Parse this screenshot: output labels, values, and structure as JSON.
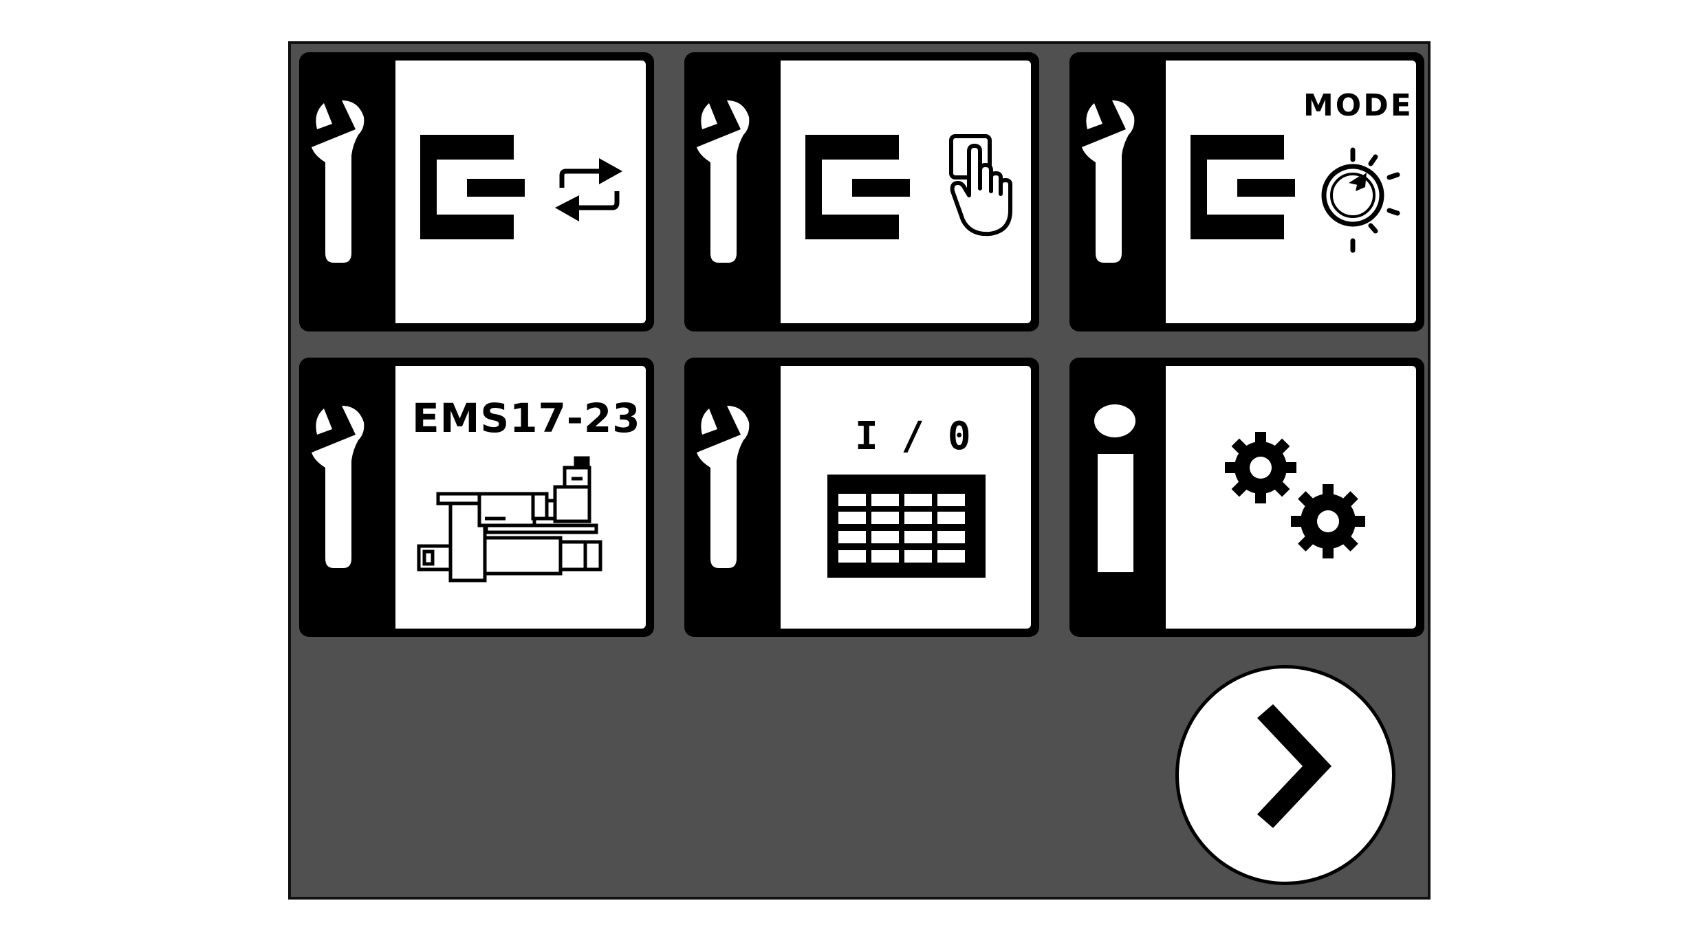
{
  "tiles": [
    {
      "id": "service-transfer",
      "strip_icon": "wrench-icon",
      "face_icon": "transfer-arrows-icon",
      "label": ""
    },
    {
      "id": "service-touch",
      "strip_icon": "wrench-icon",
      "face_icon": "touch-hand-icon",
      "label": ""
    },
    {
      "id": "service-mode",
      "strip_icon": "wrench-icon",
      "face_icon": "mode-dial-icon",
      "label": "MODE"
    },
    {
      "id": "service-ems",
      "strip_icon": "wrench-icon",
      "face_icon": "machine-diagram-icon",
      "label": "EMS17-23"
    },
    {
      "id": "service-io",
      "strip_icon": "wrench-icon",
      "face_icon": "io-grid-icon",
      "label": "I / 0"
    },
    {
      "id": "info-settings",
      "strip_icon": "info-icon",
      "face_icon": "gears-icon",
      "label": ""
    }
  ],
  "navigation": {
    "next_icon": "chevron-right-icon"
  },
  "colors": {
    "screen_bg": "#505050",
    "tile_strip": "#000000",
    "tile_face": "#ffffff"
  }
}
